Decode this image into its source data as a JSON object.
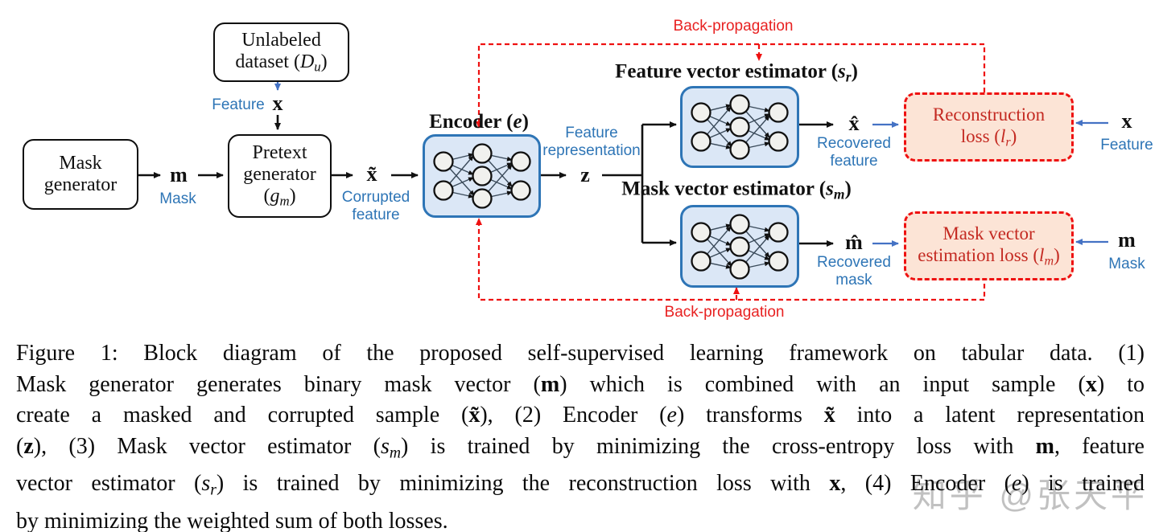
{
  "figure": {
    "boxes": {
      "mask_generator": {
        "lines": [
          [
            {
              "t": "Mask"
            }
          ],
          [
            {
              "t": "generator"
            }
          ]
        ]
      },
      "unlabeled_dataset": {
        "lines": [
          [
            {
              "t": "Unlabeled"
            }
          ],
          [
            {
              "t": "dataset ("
            },
            {
              "t": "D",
              "s": "i"
            },
            {
              "t": "u",
              "s": "sub"
            },
            {
              "t": ")"
            }
          ]
        ]
      },
      "pretext_generator": {
        "lines": [
          [
            {
              "t": "Pretext"
            }
          ],
          [
            {
              "t": "generator"
            }
          ],
          [
            {
              "t": "("
            },
            {
              "t": "g",
              "s": "i"
            },
            {
              "t": "m",
              "s": "sub"
            },
            {
              "t": ")"
            }
          ]
        ]
      },
      "encoder": {
        "title": [
          {
            "t": "Encoder ("
          },
          {
            "t": "e",
            "s": "i"
          },
          {
            "t": ")"
          }
        ]
      },
      "feature_estimator": {
        "title": [
          {
            "t": "Feature vector estimator ("
          },
          {
            "t": "s",
            "s": "i"
          },
          {
            "t": "r",
            "s": "sub"
          },
          {
            "t": ")"
          }
        ]
      },
      "mask_estimator": {
        "title": [
          {
            "t": "Mask vector estimator ("
          },
          {
            "t": "s",
            "s": "i"
          },
          {
            "t": "m",
            "s": "sub"
          },
          {
            "t": ")"
          }
        ]
      },
      "reconstruction_loss": {
        "lines": [
          [
            {
              "t": "Reconstruction"
            }
          ],
          [
            {
              "t": "loss ("
            },
            {
              "t": "l",
              "s": "i"
            },
            {
              "t": "r",
              "s": "sub"
            },
            {
              "t": ")"
            }
          ]
        ]
      },
      "mask_loss": {
        "lines": [
          [
            {
              "t": "Mask vector"
            }
          ],
          [
            {
              "t": "estimation loss ("
            },
            {
              "t": "l",
              "s": "i"
            },
            {
              "t": "m",
              "s": "sub"
            },
            {
              "t": ")"
            }
          ]
        ]
      }
    },
    "signals": {
      "m": "m",
      "x_top": "x",
      "x_tilde": "x̃",
      "z": "z",
      "x_hat": "x̂",
      "m_hat": "m̂",
      "x_right": "x",
      "m_right": "m"
    },
    "annotations": {
      "mask": "Mask",
      "feature_top": "Feature",
      "corrupted_feature": [
        "Corrupted",
        "feature"
      ],
      "feature_representation": [
        "Feature",
        "representation"
      ],
      "recovered_feature": [
        "Recovered",
        "feature"
      ],
      "recovered_mask": [
        "Recovered",
        "mask"
      ],
      "feature_right": "Feature",
      "mask_right": "Mask",
      "backprop_top": "Back-propagation",
      "backprop_bottom": "Back-propagation"
    }
  },
  "caption": {
    "lines": [
      [
        {
          "t": "Figure 1: Block diagram of the proposed self-supervised learning framework on tabular data. (1)"
        }
      ],
      [
        {
          "t": "Mask generator generates binary mask vector ("
        },
        {
          "t": "m",
          "s": "b"
        },
        {
          "t": ") which is combined with an input sample ("
        },
        {
          "t": "x",
          "s": "b"
        },
        {
          "t": ") to"
        }
      ],
      [
        {
          "t": "create a masked and corrupted sample ("
        },
        {
          "t": "x̃",
          "s": "b"
        },
        {
          "t": "), (2) Encoder ("
        },
        {
          "t": "e",
          "s": "i"
        },
        {
          "t": ") transforms "
        },
        {
          "t": "x̃",
          "s": "b"
        },
        {
          "t": " into a latent representation"
        }
      ],
      [
        {
          "t": "("
        },
        {
          "t": "z",
          "s": "b"
        },
        {
          "t": "), (3) Mask vector estimator ("
        },
        {
          "t": "s",
          "s": "i"
        },
        {
          "t": "m",
          "s": "sub"
        },
        {
          "t": ") is trained by minimizing the cross-entropy loss with "
        },
        {
          "t": "m",
          "s": "b"
        },
        {
          "t": ", feature"
        }
      ],
      [
        {
          "t": "vector estimator ("
        },
        {
          "t": "s",
          "s": "i"
        },
        {
          "t": "r",
          "s": "sub"
        },
        {
          "t": ") is trained by minimizing the reconstruction loss with "
        },
        {
          "t": "x",
          "s": "b"
        },
        {
          "t": ", (4) Encoder ("
        },
        {
          "t": "e",
          "s": "i"
        },
        {
          "t": ") is trained"
        }
      ],
      [
        {
          "t": "by minimizing the weighted sum of both losses."
        }
      ]
    ]
  },
  "watermark": "知乎 @张天平",
  "colors": {
    "blue_label": "#2E75B6",
    "nn_box_border": "#2E75B6",
    "nn_box_fill": "#DBE7F6",
    "loss_box_fill": "#FCE4D6",
    "loss_text": "#C42A22",
    "red": "#EE1111",
    "blue_arrow": "#4472C4",
    "black": "#111111"
  }
}
